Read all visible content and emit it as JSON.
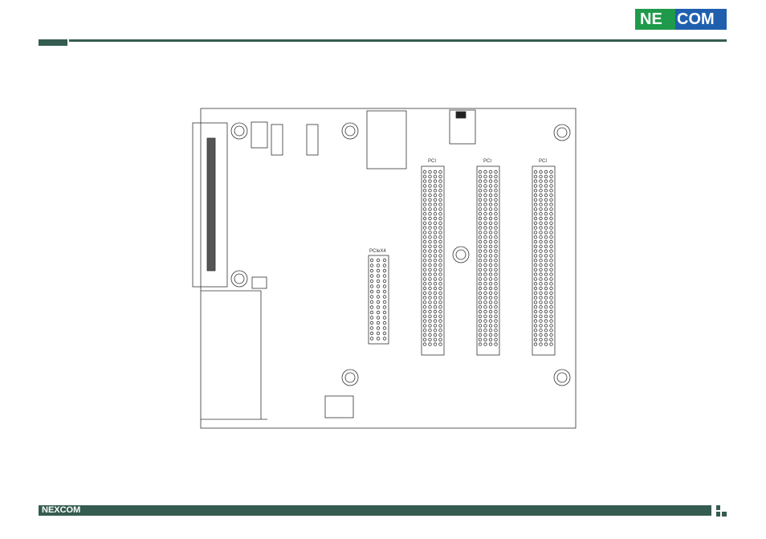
{
  "header": {
    "logo_text_left": "NE",
    "logo_text_right": "COM"
  },
  "footer": {
    "logo_text": "NEXCOM"
  },
  "diagram": {
    "slot_labels": [
      "PCI",
      "PCI",
      "PCI"
    ],
    "pcie_label": "PCIeX4",
    "colors": {
      "line": "#333333",
      "accent": "#355c50"
    }
  }
}
